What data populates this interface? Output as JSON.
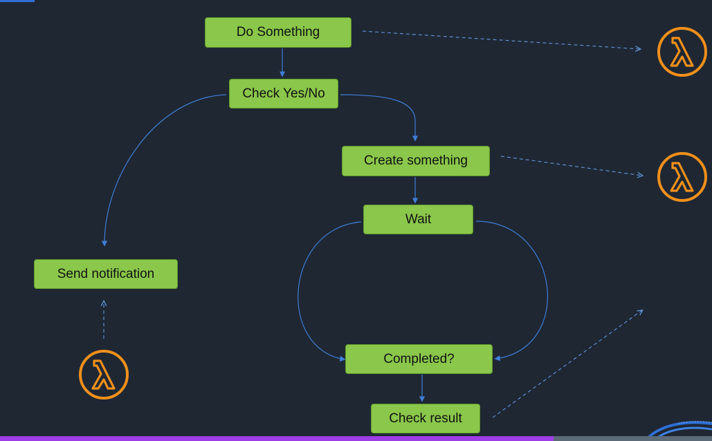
{
  "nodes": {
    "do_something": "Do Something",
    "check_yes_no": "Check Yes/No",
    "create_something": "Create something",
    "wait": "Wait",
    "send_notification": "Send notification",
    "completed": "Completed?",
    "check_result": "Check result"
  },
  "icons": {
    "lambda": "aws-lambda-icon"
  },
  "colors": {
    "background": "#1f2733",
    "node_fill": "#8ac74a",
    "edge": "#3f7fd8",
    "lambda": "#f0901b",
    "bottom_bar": "#9d3ee6"
  }
}
